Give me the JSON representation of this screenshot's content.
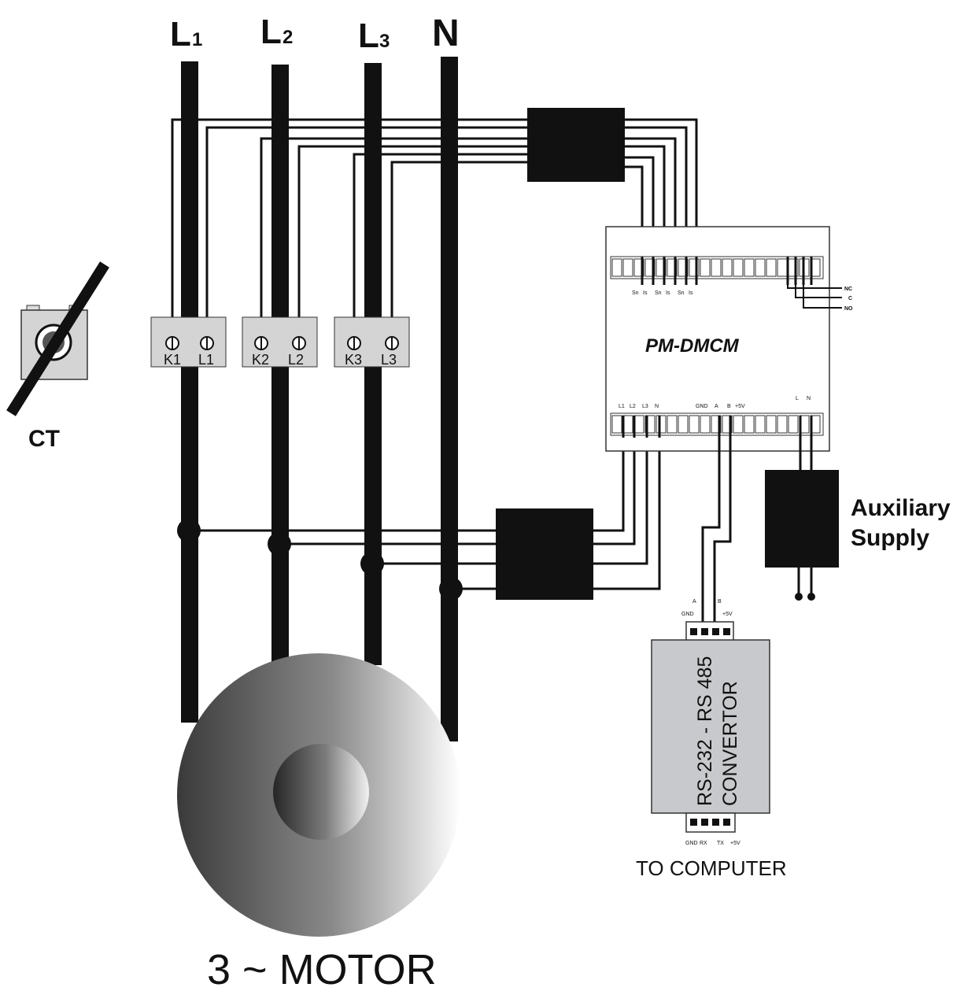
{
  "buses": [
    {
      "main": "L",
      "sub": "1"
    },
    {
      "main": "L",
      "sub": "2"
    },
    {
      "main": "L",
      "sub": "3"
    },
    {
      "main": "N",
      "sub": ""
    }
  ],
  "ct": {
    "label": "CT"
  },
  "ct_terminals": [
    {
      "k": "K1",
      "l": "L1"
    },
    {
      "k": "K2",
      "l": "L2"
    },
    {
      "k": "K3",
      "l": "L3"
    }
  ],
  "meter": {
    "name": "PM-DMCM",
    "top_pin_labels": [
      "Sn",
      "Is",
      "Sn",
      "Is",
      "Sn",
      "Is"
    ],
    "relay_labels": [
      "NC",
      "C",
      "NO"
    ],
    "voltage_labels": [
      "L1",
      "L2",
      "L3",
      "N"
    ],
    "comm_labels": [
      "GND",
      "A",
      "B",
      "+5V"
    ],
    "aux_labels": [
      "L",
      "N"
    ]
  },
  "auxiliary_supply": {
    "line1": "Auxiliary",
    "line2": "Supply"
  },
  "converter": {
    "line1": "RS-232 - RS 485",
    "line2": "CONVERTOR",
    "top_labels": {
      "a": "A",
      "b": "B",
      "gnd": "GND",
      "v5": "+5V"
    },
    "bottom_labels": [
      "GND",
      "RX",
      "TX",
      "+5V"
    ],
    "destination": "TO COMPUTER"
  },
  "motor": {
    "label": "3 ~ MOTOR"
  },
  "colors": {
    "ink": "#111111",
    "terminal_fill": "#d4d4d4",
    "converter_fill": "#c8c9cc",
    "motor_light": "#ffffff",
    "motor_dark": "#3a3a3a"
  }
}
